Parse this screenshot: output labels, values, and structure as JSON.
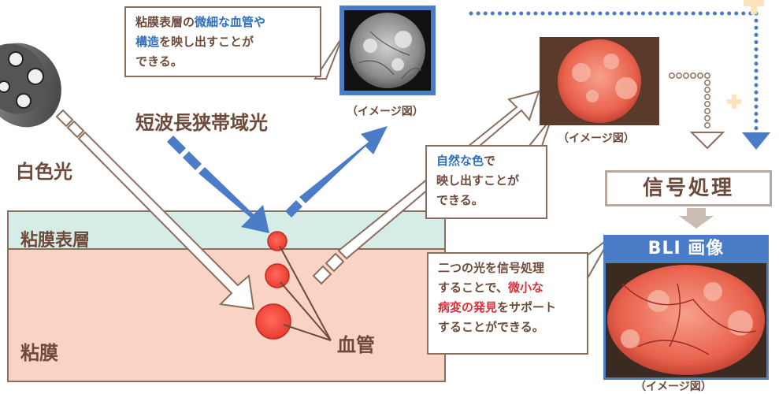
{
  "labels": {
    "white_light": "白色光",
    "narrowband": "短波長狭帯域光",
    "mucosa_surface": "粘膜表層",
    "mucosa": "粘膜",
    "vessel": "血管"
  },
  "callout_top": {
    "line1_a": "粘膜表層の",
    "line1_b": "微細な血管や",
    "line2_a": "構造",
    "line2_b": "を映し出すことが",
    "line3": "できる。"
  },
  "callout_mid": {
    "line1_a": "自然な色",
    "line1_b": "で",
    "line2": "映し出すことが",
    "line3": "できる。"
  },
  "callout_bottom": {
    "line1": "二つの光を信号処理",
    "line2_a": "することで、",
    "line2_b": "微小な",
    "line3_a": "病変の発見",
    "line3_b": "をサポート",
    "line4": "することができる。"
  },
  "captions": {
    "image1": "（イメージ図）",
    "image2": "（イメージ図）",
    "image3": "（イメージ図）"
  },
  "signal_processing": "信号処理",
  "bli_image": "BLI 画像",
  "colors": {
    "blue_accent": "#4a7cc8",
    "text_brown": "#6e4a3a",
    "mucosa_surface": "#d6ece7",
    "mucosa": "#f9d3c4",
    "highlight_red": "#d8303a"
  }
}
